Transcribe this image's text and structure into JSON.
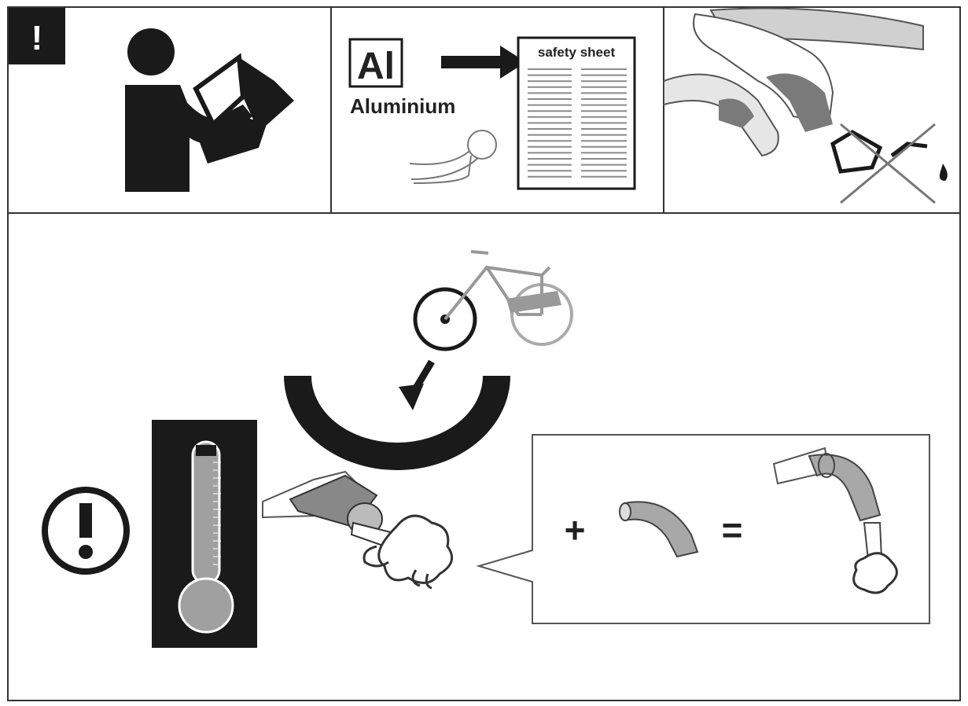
{
  "panels": {
    "read_manual": {
      "badge": "!"
    },
    "material": {
      "symbol": "Al",
      "name": "Aluminium",
      "sheet_title": "safety sheet"
    },
    "cleaning": {},
    "operation": {
      "plus": "+",
      "equals": "="
    }
  },
  "colors": {
    "ink": "#1a1a1a",
    "gray": "#9a9a9a",
    "light": "#d8d8d8"
  },
  "icons": [
    "warning-badge-icon",
    "person-reading-icon",
    "safety-sheet-icon",
    "glove-hand-icon",
    "no-oil-can-icon",
    "bicycle-icon",
    "arrow-down-icon",
    "thermometer-icon",
    "warning-circle-icon",
    "tube-icon",
    "bend-icon"
  ]
}
